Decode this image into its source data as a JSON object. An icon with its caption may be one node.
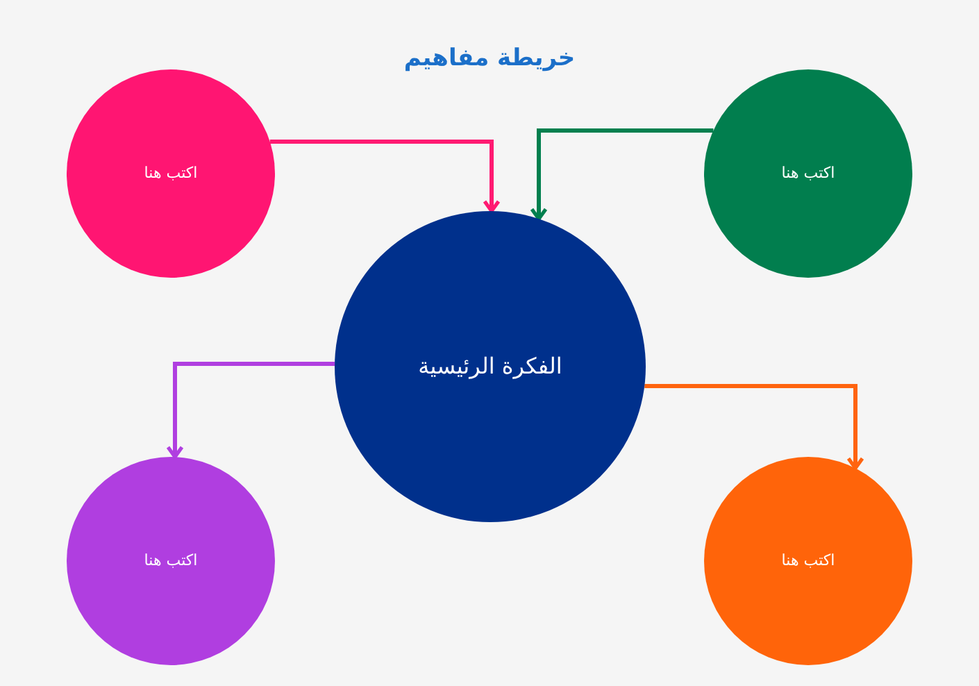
{
  "diagram": {
    "title": "خريطة مفاهيم",
    "nodes": [
      {
        "text": [
          "اكتب هنا"
        ]
      },
      {
        "text": [
          "اكتب هنا"
        ]
      },
      {
        "text": [
          "الفكرة الرئيسية"
        ]
      },
      {
        "text": [
          "اكتب هنا"
        ]
      },
      {
        "text": [
          "اكتب هنا"
        ]
      }
    ],
    "edges": [
      {
        "from": 0,
        "to": 2,
        "arrow": "to",
        "color": "#ff1a72"
      },
      {
        "from": 1,
        "to": 2,
        "arrow": "to",
        "color": "#007f4e"
      },
      {
        "from": 2,
        "to": 3,
        "arrow": "to",
        "color": "#b03fe0"
      },
      {
        "from": 2,
        "to": 4,
        "arrow": "to",
        "color": "#ff6410"
      }
    ]
  }
}
